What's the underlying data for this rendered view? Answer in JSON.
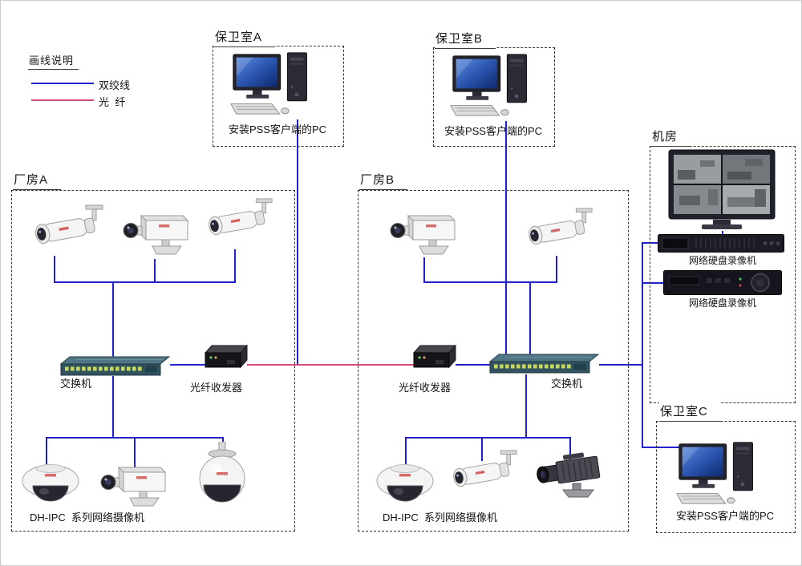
{
  "legend": {
    "title": "画线说明",
    "twisted_pair": {
      "label": "双绞线",
      "color": "#2222cc"
    },
    "fiber": {
      "label": "光  纤",
      "color": "#d44a7a"
    }
  },
  "areas": {
    "guard_a": {
      "title": "保卫室A",
      "pc_label": "安装PSS客户端的PC"
    },
    "guard_b": {
      "title": "保卫室B",
      "pc_label": "安装PSS客户端的PC"
    },
    "guard_c": {
      "title": "保卫室C",
      "pc_label": "安装PSS客户端的PC"
    },
    "machine_room": {
      "title": "机房",
      "nvr1_label": "网络硬盘录像机",
      "nvr2_label": "网络硬盘录像机"
    },
    "factory_a": {
      "title": "厂房A",
      "switch_label": "交换机",
      "transceiver_label": "光纤收发器",
      "cameras_label": "DH-IPC  系列网络摄像机"
    },
    "factory_b": {
      "title": "厂房B",
      "switch_label": "交换机",
      "transceiver_label": "光纤收发器",
      "cameras_label": "DH-IPC  系列网络摄像机"
    }
  }
}
